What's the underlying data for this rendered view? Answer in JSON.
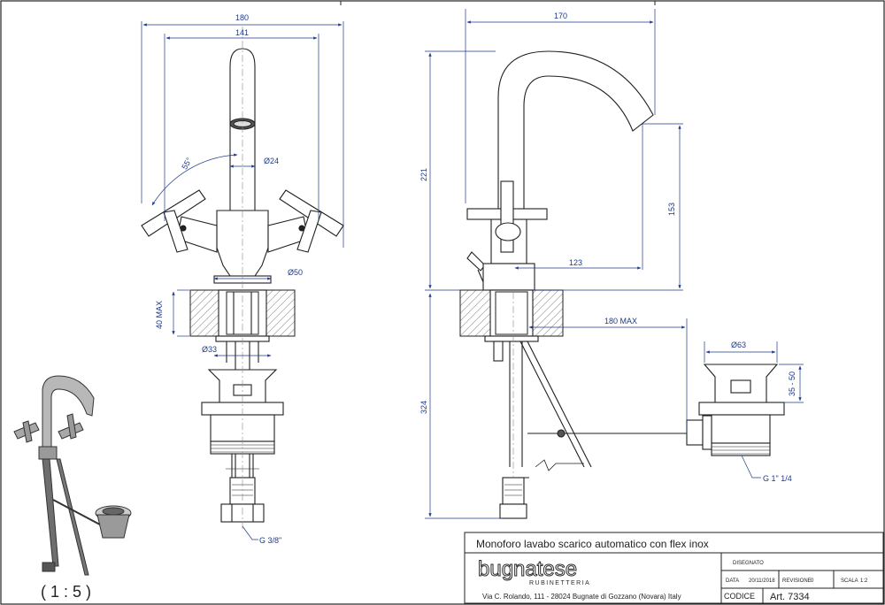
{
  "colors": {
    "line": "#1f1f1f",
    "dimension": "#1e3a8a",
    "hatch": "#555555",
    "brand": "#2a2a2a"
  },
  "front_view": {
    "dim_overall_width": "180",
    "dim_handle_span": "141",
    "dim_angle": "55°",
    "dim_spout_diameter": "Ø24",
    "dim_base_diameter": "Ø50",
    "dim_deck_thickness": "40 MAX",
    "dim_shank_diameter": "Ø33",
    "thread_label": "G 3/8\""
  },
  "side_view": {
    "dim_reach": "170",
    "dim_total_height": "221",
    "dim_spout_height": "153",
    "dim_spout_projection": "123",
    "dim_flex_max": "180 MAX",
    "dim_below_deck": "324",
    "dim_waste_diameter": "Ø63",
    "dim_waste_height": "35 - 50",
    "waste_thread_label": "G 1\" 1/4"
  },
  "iso_view": {
    "scale_label": "( 1 : 5 )"
  },
  "title_block": {
    "title": "Monoforo lavabo scarico automatico con flex inox",
    "brand_name": "bugnatese",
    "brand_sub": "RUBINETTERIA",
    "address": "Via C. Rolando, 111 - 28024 Bugnate di Gozzano (Novara) Italy",
    "drawn_label": "DISEGNATO",
    "date_label": "DATA",
    "date_value": "20/11/2018",
    "revision_label": "REVISIONE",
    "revision_value": "0",
    "scale_label": "SCALA",
    "scale_value": "1:2",
    "code_label": "CODICE",
    "code_value": "Art. 7334"
  }
}
